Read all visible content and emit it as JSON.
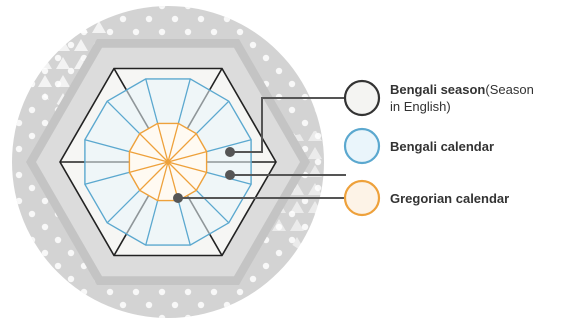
{
  "legend": [
    {
      "bold": "Bengali season",
      "normal": "(Season",
      "line2": "in English)",
      "marker_fill": "#f4f4f2",
      "marker_stroke": "#333333"
    },
    {
      "bold": "Bengali calendar",
      "normal": "",
      "line2": "",
      "marker_fill": "#eaf5fb",
      "marker_stroke": "#5ba8cf"
    },
    {
      "bold": "Gregorian calendar",
      "normal": "",
      "line2": "",
      "marker_fill": "#fdf3e7",
      "marker_stroke": "#eea13b"
    }
  ],
  "colors": {
    "outer_ring": "#d3d3d3",
    "hexagon_band": "#c4c4c4",
    "hexagon_inner": "#f6f6f4",
    "season_lines": "#222222",
    "bengali_lines": "#5ba8cf",
    "gregorian_lines": "#eea13b",
    "connector": "#555555"
  },
  "segments": {
    "seasons": 6,
    "bengali_months": 12,
    "gregorian_months": 12
  }
}
